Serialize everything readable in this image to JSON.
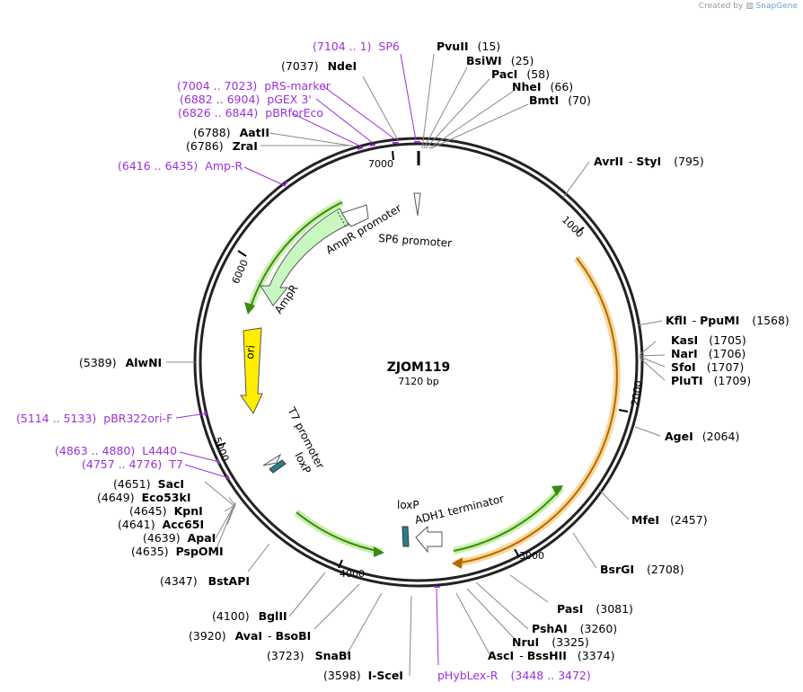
{
  "credit": {
    "prefix": "Created by",
    "brand": "SnapGene"
  },
  "map": {
    "name": "ZJOM119",
    "length": "7120 bp"
  },
  "ticks": [
    "1000",
    "2000",
    "3000",
    "4000",
    "5000",
    "6000",
    "7000"
  ],
  "enzymes": [
    {
      "id": "pvuii",
      "name": "PvuII",
      "pos": "(15)"
    },
    {
      "id": "bsiwi",
      "name": "BsiWI",
      "pos": "(25)"
    },
    {
      "id": "paci",
      "name": "PacI",
      "pos": "(58)"
    },
    {
      "id": "nhei",
      "name": "NheI",
      "pos": "(66)"
    },
    {
      "id": "bmti",
      "name": "BmtI",
      "pos": "(70)"
    },
    {
      "id": "avrii",
      "name": "AvrII",
      "name2": "StyI",
      "pos": "(795)"
    },
    {
      "id": "kfli",
      "name": "KflI",
      "name2": "PpuMI",
      "pos": "(1568)"
    },
    {
      "id": "kasi",
      "name": "KasI",
      "pos": "(1705)"
    },
    {
      "id": "nari",
      "name": "NarI",
      "pos": "(1706)"
    },
    {
      "id": "sfoi",
      "name": "SfoI",
      "pos": "(1707)"
    },
    {
      "id": "plui",
      "name": "PluTI",
      "pos": "(1709)"
    },
    {
      "id": "agei",
      "name": "AgeI",
      "pos": "(2064)"
    },
    {
      "id": "mfei",
      "name": "MfeI",
      "pos": "(2457)"
    },
    {
      "id": "bsrgi",
      "name": "BsrGI",
      "pos": "(2708)"
    },
    {
      "id": "pasi",
      "name": "PasI",
      "pos": "(3081)"
    },
    {
      "id": "pshai",
      "name": "PshAI",
      "pos": "(3260)"
    },
    {
      "id": "nrui",
      "name": "NruI",
      "pos": "(3325)"
    },
    {
      "id": "asci",
      "name": "AscI",
      "name2": "BssHII",
      "pos": "(3374)"
    },
    {
      "id": "iscei",
      "name": "I-SceI",
      "pos": "(3598)"
    },
    {
      "id": "snabi",
      "name": "SnaBI",
      "pos": "(3723)"
    },
    {
      "id": "avai",
      "name": "AvaI",
      "name2": "BsoBI",
      "pos": "(3920)"
    },
    {
      "id": "bglii",
      "name": "BglII",
      "pos": "(4100)"
    },
    {
      "id": "bstapi",
      "name": "BstAPI",
      "pos": "(4347)"
    },
    {
      "id": "pspomi",
      "name": "PspOMI",
      "pos": "(4635)"
    },
    {
      "id": "apai",
      "name": "ApaI",
      "pos": "(4639)"
    },
    {
      "id": "acc65i",
      "name": "Acc65I",
      "pos": "(4641)"
    },
    {
      "id": "kpni",
      "name": "KpnI",
      "pos": "(4645)"
    },
    {
      "id": "eco53ki",
      "name": "Eco53kI",
      "pos": "(4649)"
    },
    {
      "id": "saci",
      "name": "SacI",
      "pos": "(4651)"
    },
    {
      "id": "alwni",
      "name": "AlwNI",
      "pos": "(5389)"
    },
    {
      "id": "zrai",
      "name": "ZraI",
      "pos": "(6786)"
    },
    {
      "id": "aatii",
      "name": "AatII",
      "pos": "(6788)"
    },
    {
      "id": "ndei",
      "name": "NdeI",
      "pos": "(7037)"
    }
  ],
  "primers": [
    {
      "id": "sp6",
      "name": "SP6",
      "pos": "(7104 .. 1)"
    },
    {
      "id": "prs",
      "name": "pRS-marker",
      "pos": "(7004 .. 7023)"
    },
    {
      "id": "pgex",
      "name": "pGEX 3'",
      "pos": "(6882 .. 6904)"
    },
    {
      "id": "pbrfor",
      "name": "pBRforEco",
      "pos": "(6826 .. 6844)"
    },
    {
      "id": "ampr",
      "name": "Amp-R",
      "pos": "(6416 .. 6435)"
    },
    {
      "id": "pbr322",
      "name": "pBR322ori-F",
      "pos": "(5114 .. 5133)"
    },
    {
      "id": "l4440",
      "name": "L4440",
      "pos": "(4863 .. 4880)"
    },
    {
      "id": "t7",
      "name": "T7",
      "pos": "(4757 .. 4776)"
    },
    {
      "id": "phyblex",
      "name": "pHybLex-R",
      "pos": "(3448 .. 3472)"
    }
  ],
  "features": {
    "sp6_promoter": "SP6 promoter",
    "ampr_promoter": "AmpR promoter",
    "ampr": "AmpR",
    "ori": "ori",
    "t7_promoter": "T7 promoter",
    "loxp_1": "loxP",
    "loxp_2": "loxP",
    "adh1_terminator": "ADH1 terminator"
  },
  "colors": {
    "backbone": "#222222",
    "primer": "#9b30d9",
    "green_arrow": "#3a8a12",
    "green_glow": "#c8f0a8",
    "orange_arc": "#b36a00",
    "orange_glow": "#f8d89a",
    "ampr_fill": "#c8f7c0",
    "ori_fill": "#ffee00",
    "loxp_fill": "#2a7f8f"
  }
}
